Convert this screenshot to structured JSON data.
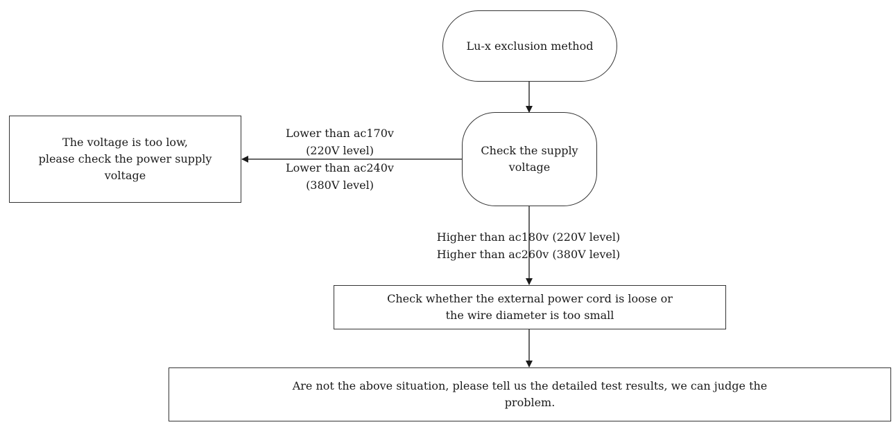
{
  "diagram": {
    "nodes": {
      "start": "Lu-x exclusion method",
      "check_supply": "Check the supply\nvoltage",
      "low_voltage": "The voltage is too low,\nplease check the power supply\nvoltage",
      "check_cord": "Check whether the external power cord is loose or\nthe wire diameter is too small",
      "final": "Are not the above situation, please tell us the detailed test results, we can judge the\nproblem."
    },
    "edges": {
      "low_label": "Lower than ac170v\n(220V level)\nLower than ac240v\n(380V level)",
      "high_label": "Higher than ac180v (220V level)\nHigher than ac260v (380V level)"
    },
    "colors": {
      "line": "#333333",
      "text": "#1a1a1a",
      "background": "#ffffff"
    }
  }
}
